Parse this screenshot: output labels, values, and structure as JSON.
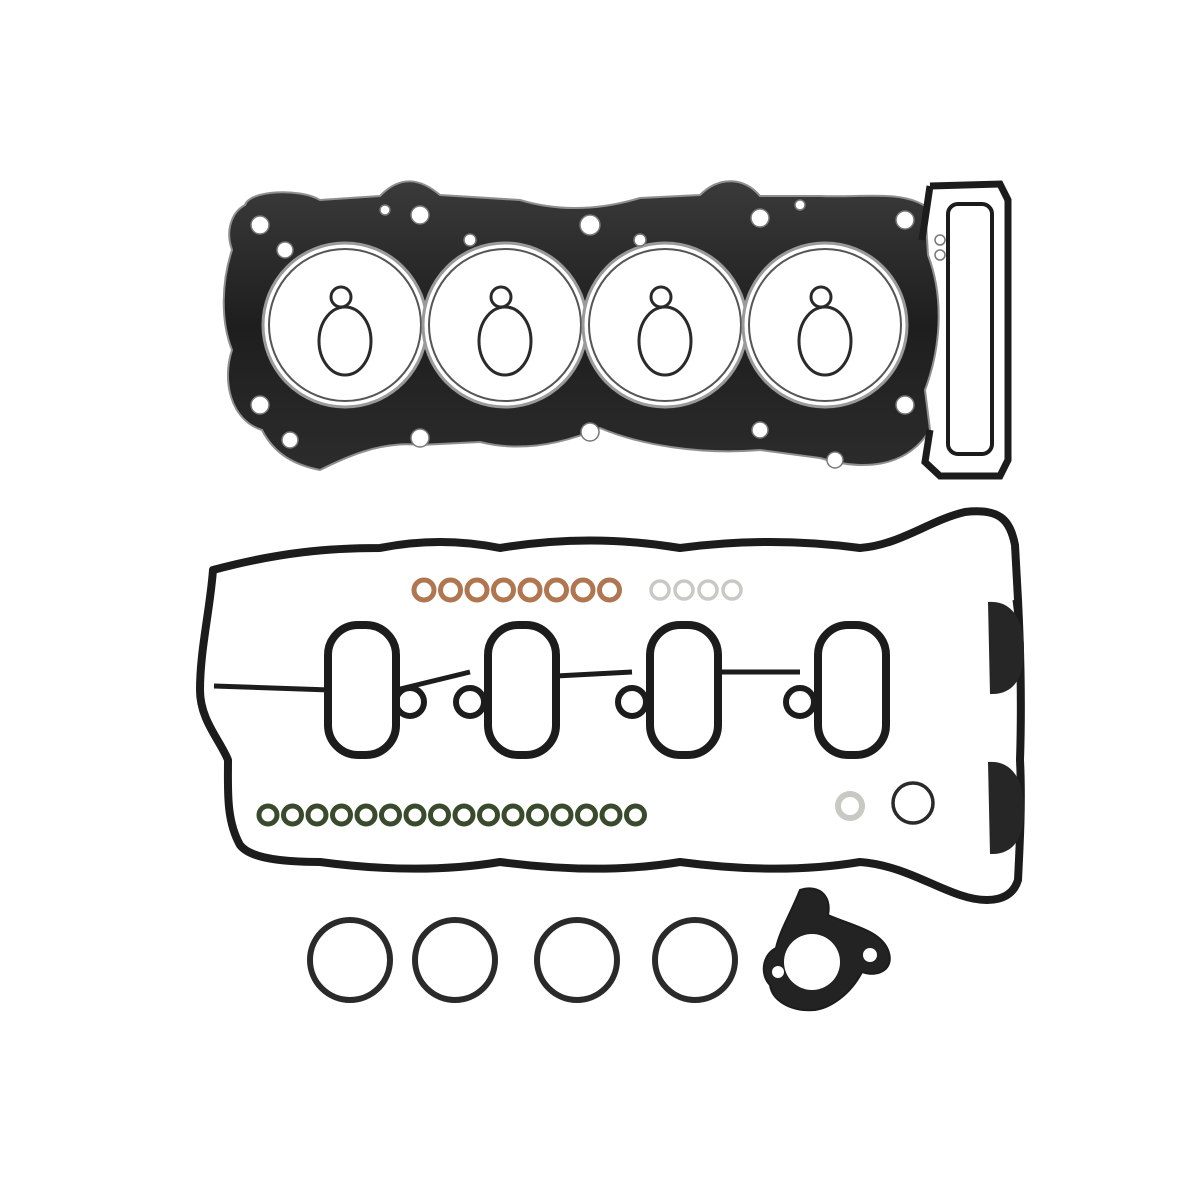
{
  "photo": {
    "background": "#ffffff",
    "colors": {
      "gasket_dark": "#1c1c1c",
      "gasket_plate": "#262626",
      "gasket_edge": "#9a9a9a",
      "copper_washer": "#b07650",
      "aluminum_washer": "#c9c9c4",
      "valve_seal": "#3a4a2c",
      "oring": "#2a2a2a"
    },
    "parts": {
      "cylinder_head_gasket": {
        "bores": 4
      },
      "valve_cover_gasket": {
        "count": 1
      },
      "intake_gaskets": {
        "count": 4
      },
      "copper_washers": {
        "count": 8
      },
      "aluminum_washers": {
        "count": 4
      },
      "valve_stem_seals": {
        "count": 16
      },
      "large_orings": {
        "count": 4
      },
      "small_seals": {
        "count": 2
      },
      "tensioner_gasket": {
        "count": 1
      }
    }
  }
}
